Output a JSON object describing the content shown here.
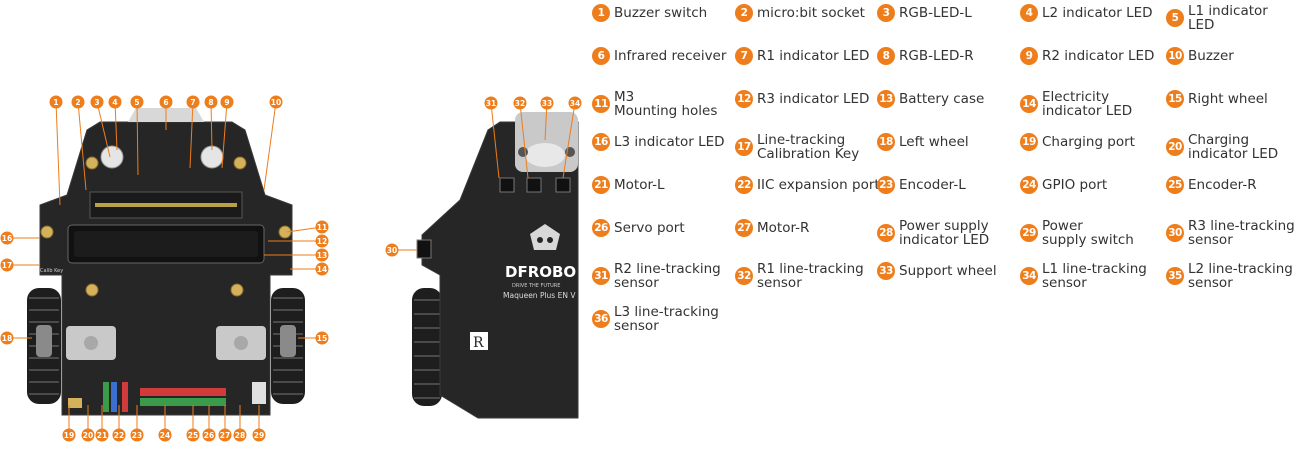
{
  "colors": {
    "callout": "#ee7d1b",
    "board": "#262626",
    "wheel": "#1e1e1e"
  },
  "left_board": {
    "callouts_top": [
      "1",
      "2",
      "3",
      "4",
      "5",
      "6",
      "7",
      "8",
      "9",
      "10"
    ],
    "callouts_right": [
      "11",
      "12",
      "13",
      "14",
      "15"
    ],
    "callouts_left": [
      "16",
      "17",
      "18"
    ],
    "callouts_bottom": [
      "19",
      "20",
      "21",
      "22",
      "23",
      "24",
      "25",
      "26",
      "27",
      "28",
      "29"
    ],
    "silk_calib": "Calib Key"
  },
  "right_board": {
    "callouts_top": [
      "31",
      "32",
      "33",
      "34"
    ],
    "callout_side": "30",
    "brand": "DFROBO",
    "tagline": "DRIVE THE FUTURE",
    "model": "Maqueen Plus EN V",
    "side_mark": "R"
  },
  "legend": [
    {
      "num": "1",
      "label": "Buzzer switch"
    },
    {
      "num": "2",
      "label": "micro:bit socket"
    },
    {
      "num": "3",
      "label": "RGB-LED-L"
    },
    {
      "num": "4",
      "label": "L2 indicator LED"
    },
    {
      "num": "5",
      "label": "L1 indicator LED"
    },
    {
      "num": "6",
      "label": "Infrared receiver"
    },
    {
      "num": "7",
      "label": "R1 indicator LED"
    },
    {
      "num": "8",
      "label": "RGB-LED-R"
    },
    {
      "num": "9",
      "label": "R2 indicator LED"
    },
    {
      "num": "10",
      "label": "Buzzer"
    },
    {
      "num": "11",
      "label": "M3\nMounting holes"
    },
    {
      "num": "12",
      "label": "R3 indicator LED"
    },
    {
      "num": "13",
      "label": "Battery case"
    },
    {
      "num": "14",
      "label": "Electricity\nindicator LED"
    },
    {
      "num": "15",
      "label": "Right wheel"
    },
    {
      "num": "16",
      "label": "L3 indicator LED"
    },
    {
      "num": "17",
      "label": "Line-tracking\nCalibration Key"
    },
    {
      "num": "18",
      "label": "Left wheel"
    },
    {
      "num": "19",
      "label": "Charging port"
    },
    {
      "num": "20",
      "label": "Charging\nindicator LED"
    },
    {
      "num": "21",
      "label": "Motor-L"
    },
    {
      "num": "22",
      "label": "IIC expansion port"
    },
    {
      "num": "23",
      "label": "Encoder-L"
    },
    {
      "num": "24",
      "label": "GPIO port"
    },
    {
      "num": "25",
      "label": "Encoder-R"
    },
    {
      "num": "26",
      "label": "Servo port"
    },
    {
      "num": "27",
      "label": "Motor-R"
    },
    {
      "num": "28",
      "label": "Power supply\nindicator LED"
    },
    {
      "num": "29",
      "label": "Power\nsupply switch"
    },
    {
      "num": "30",
      "label": "R3 line-tracking\nsensor"
    },
    {
      "num": "31",
      "label": "R2 line-tracking\nsensor"
    },
    {
      "num": "32",
      "label": "R1 line-tracking\nsensor"
    },
    {
      "num": "33",
      "label": "Support wheel"
    },
    {
      "num": "34",
      "label": "L1 line-tracking\nsensor"
    },
    {
      "num": "35",
      "label": "L2 line-tracking\nsensor"
    },
    {
      "num": "36",
      "label": "L3 line-tracking\nsensor"
    }
  ]
}
